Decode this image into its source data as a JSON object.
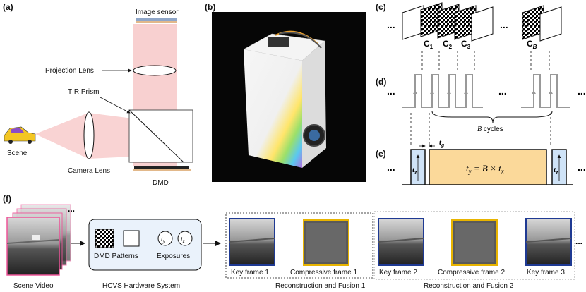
{
  "panels": {
    "a": "(a)",
    "b": "(b)",
    "c": "(c)",
    "d": "(d)",
    "e": "(e)",
    "f": "(f)"
  },
  "optics": {
    "image_sensor": "Image sensor",
    "projection_lens": "Projection Lens",
    "tir_prism": "TIR Prism",
    "scene": "Scene",
    "camera_lens": "Camera Lens",
    "dmd": "DMD"
  },
  "patterns": {
    "dots_left": "...",
    "dots_mid": "...",
    "c1": "C",
    "c1_sub": "1",
    "c2": "C",
    "c2_sub": "2",
    "c3": "C",
    "c3_sub": "3",
    "cb": "C",
    "cb_sub": "B"
  },
  "signal": {
    "dots": "...",
    "cycles": "B cycles",
    "cycles_var": "B",
    "cycles_rest": " cycles"
  },
  "timing": {
    "tg": "t",
    "tg_sub": "g",
    "tz": "t",
    "tz_sub": "z",
    "ty_eq": "t",
    "ty_sub": "y",
    "ty_rest": " = B × t",
    "ty_rest_sub": "x",
    "dots": "..."
  },
  "pipeline": {
    "scene_video": "Scene Video",
    "dmd_patterns": "DMD Patterns",
    "exposures": "Exposures",
    "ty_symbol": "t",
    "ty_sub": "y",
    "tz_symbol": "t",
    "tz_sub": "z",
    "hardware": "HCVS Hardware System",
    "frames": [
      "Key frame 1",
      "Compressive frame 1",
      "Key frame 2",
      "Compressive frame 2",
      "Key frame 3"
    ],
    "recon1": "Reconstruction and Fusion 1",
    "recon2": "Reconstruction and Fusion 2",
    "dots": "..."
  },
  "colors": {
    "beam": "#f7c8c8",
    "key_border": "#1f3a93",
    "comp_border": "#e8b400",
    "exposure_fill": "#fbd99a",
    "blue_fill": "#cfe3f7"
  }
}
